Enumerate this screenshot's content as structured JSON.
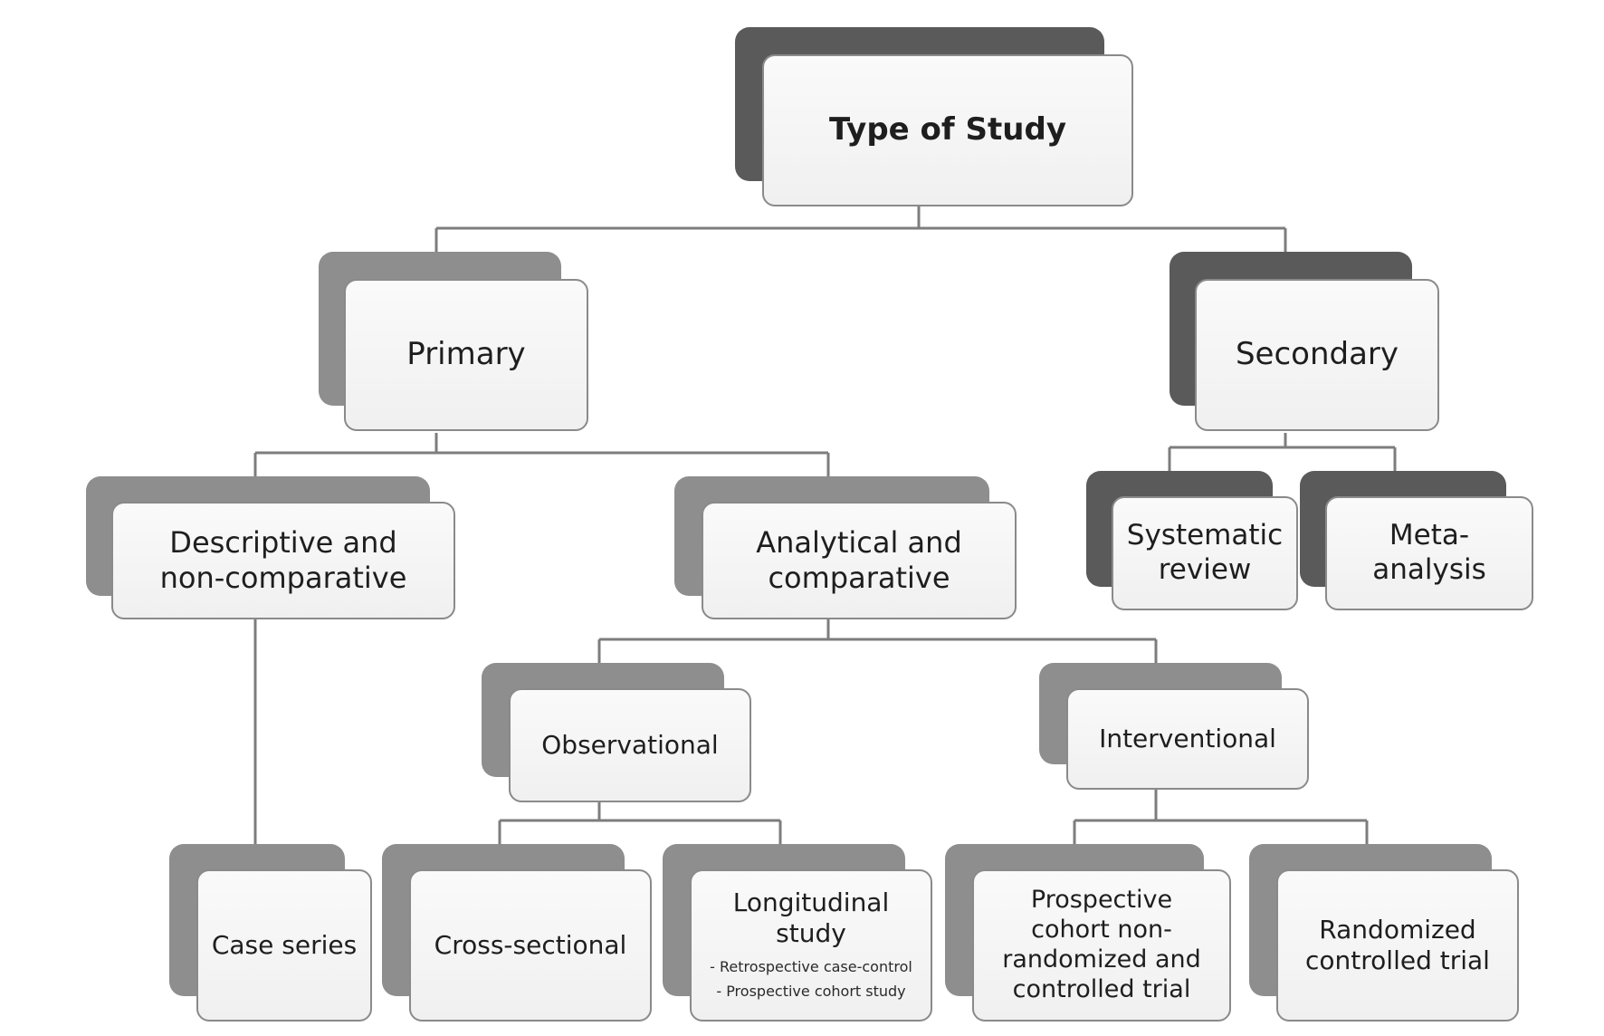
{
  "colors": {
    "shadow_dark": "#5a5a5a",
    "shadow_light": "#8e8e8e",
    "line": "#7d7d7d"
  },
  "nodes": {
    "type_of_study": {
      "label": "Type of Study"
    },
    "primary": {
      "label": "Primary"
    },
    "secondary": {
      "label": "Secondary"
    },
    "descriptive": {
      "label": "Descriptive and non-comparative"
    },
    "analytical": {
      "label": "Analytical and comparative"
    },
    "systematic_review": {
      "label": "Systematic review"
    },
    "meta_analysis": {
      "label": "Meta-analysis"
    },
    "observational": {
      "label": "Observational"
    },
    "interventional": {
      "label": "Interventional"
    },
    "case_series": {
      "label": "Case series"
    },
    "cross_sectional": {
      "label": "Cross-sectional"
    },
    "longitudinal": {
      "label": "Longitudinal study",
      "sub1": "- Retrospective case-control",
      "sub2": "- Prospective cohort study"
    },
    "prospective_cohort": {
      "label": "Prospective cohort non-randomized and controlled trial"
    },
    "randomized": {
      "label": "Randomized controlled trial"
    }
  }
}
